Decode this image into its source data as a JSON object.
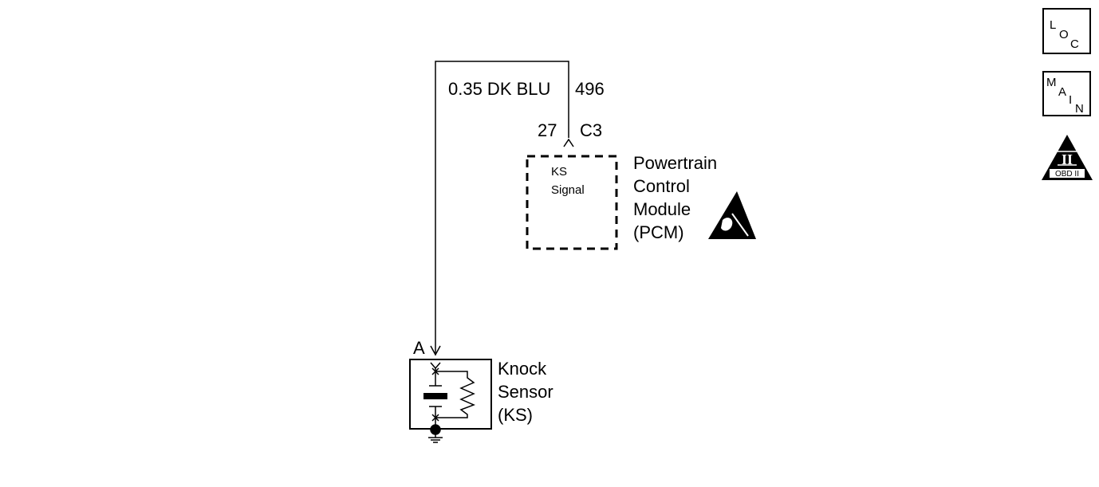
{
  "wire": {
    "gauge_color": "0.35 DK BLU",
    "circuit": "496"
  },
  "pcm_connector": {
    "pin": "27",
    "connector": "C3"
  },
  "pcm": {
    "signal_lines": [
      "KS",
      "Signal"
    ],
    "name_lines": [
      "Powertrain",
      "Control",
      "Module",
      "(PCM)"
    ],
    "esd_icon": "esd-warning-icon"
  },
  "sensor": {
    "terminal": "A",
    "name_lines": [
      "Knock",
      "Sensor",
      "(KS)"
    ]
  },
  "nav": {
    "loc": {
      "letters": [
        "L",
        "O",
        "C"
      ],
      "icon": "location-icon"
    },
    "main": {
      "letters": [
        "M",
        "A",
        "I",
        "N"
      ],
      "icon": "main-icon"
    },
    "obd": {
      "numeral": "II",
      "label": "OBD II",
      "icon": "obd-ii-icon"
    }
  }
}
